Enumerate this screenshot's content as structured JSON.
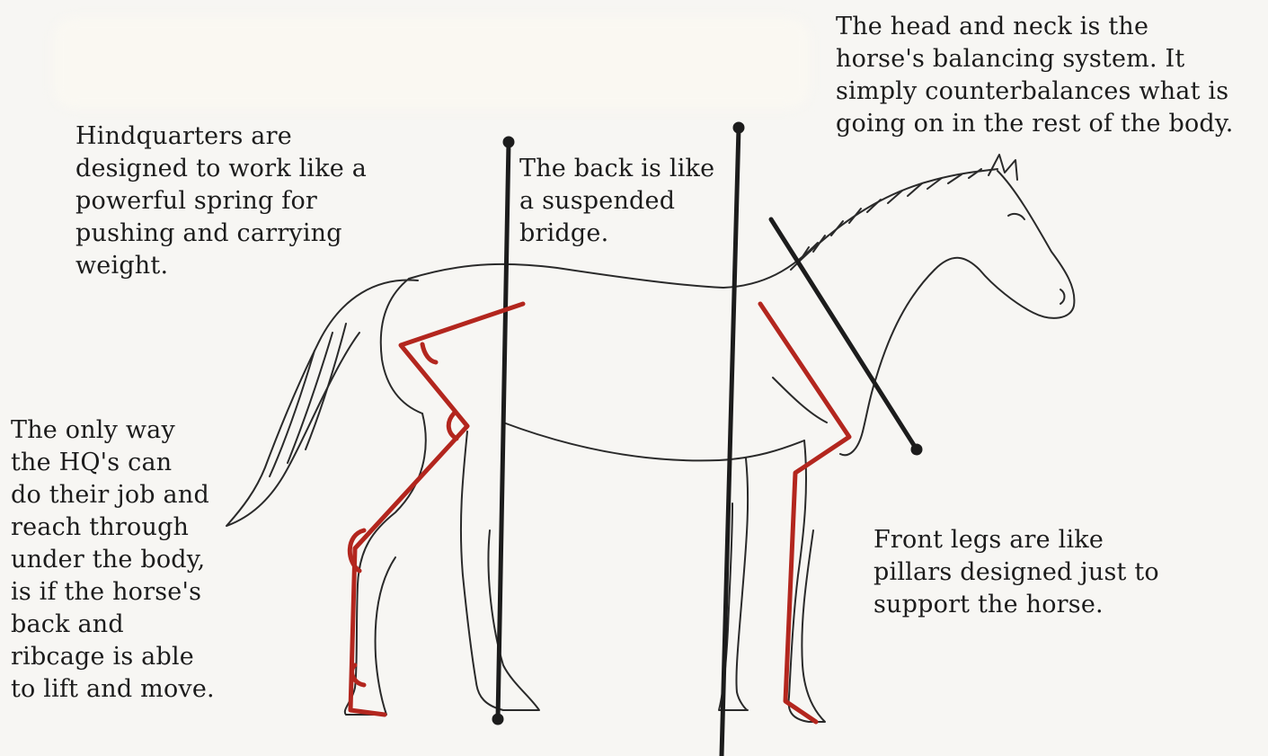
{
  "notes": {
    "head_neck": "The head and neck is the\nhorse's balancing system. It\nsimply counterbalances what is\ngoing on in the rest of the body.",
    "hindquarters": "Hindquarters are\ndesigned to work like a\npowerful spring for\npushing and carrying\nweight.",
    "back": "The back is like\na suspended\nbridge.",
    "hq_reach": "The only way\nthe HQ's can\ndo their job and\nreach through\nunder the body,\nis if the horse's\nback and\nribcage is able\nto lift and move.",
    "front_legs": "Front legs are like\npillars designed just to\nsupport the horse."
  },
  "colors": {
    "ink": "#1c1c1c",
    "angle_lines": "#b3261e",
    "paper": "#f7f6f3"
  },
  "icons": {
    "horse": "horse-line-drawing"
  }
}
